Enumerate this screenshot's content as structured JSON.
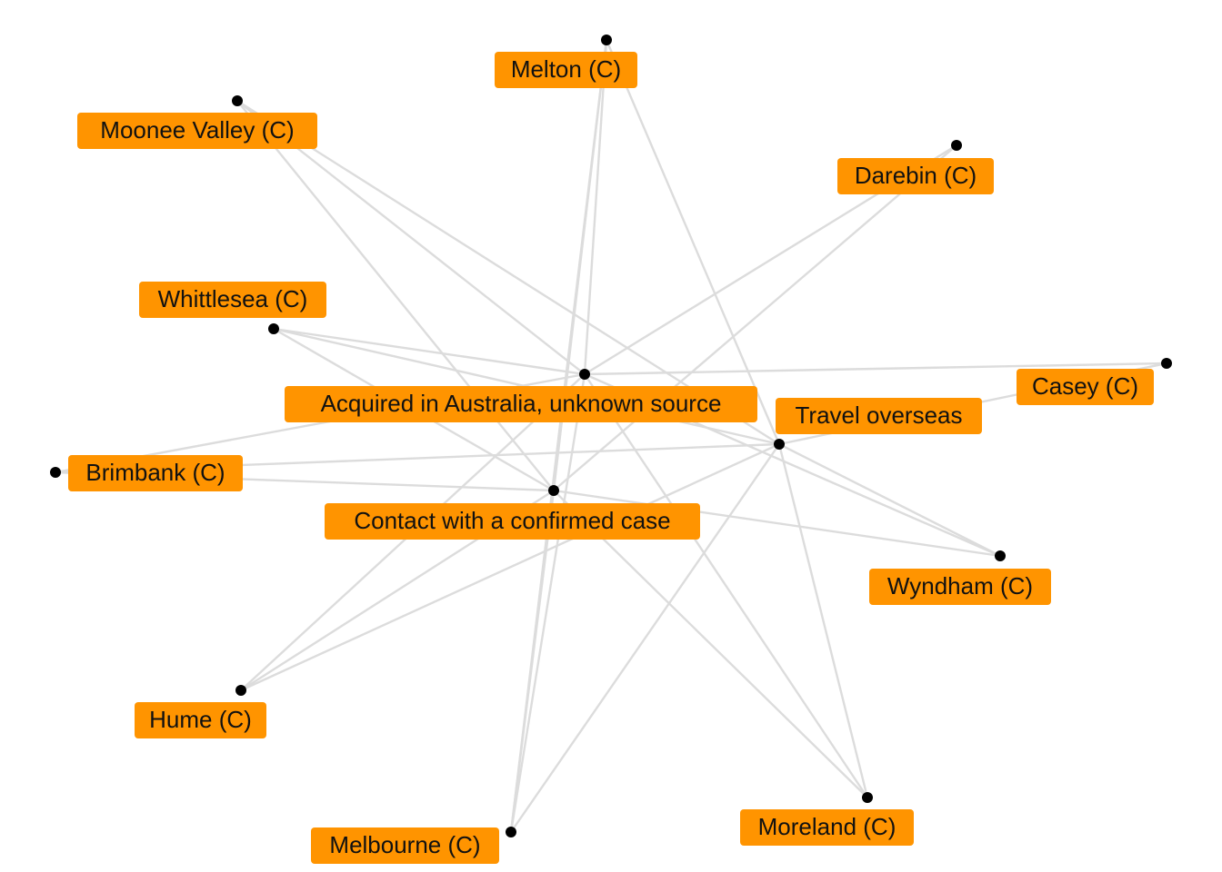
{
  "diagram": {
    "type": "network",
    "colors": {
      "edge": "#dcdcdc",
      "node": "#000000",
      "label_fill": "#ff9400",
      "label_text": "#111111"
    },
    "nodes": [
      {
        "id": "melton",
        "label": "Melton (C)"
      },
      {
        "id": "moonee_valley",
        "label": "Moonee Valley (C)"
      },
      {
        "id": "darebin",
        "label": "Darebin (C)"
      },
      {
        "id": "whittlesea",
        "label": "Whittlesea (C)"
      },
      {
        "id": "acquired",
        "label": "Acquired in Australia, unknown source"
      },
      {
        "id": "casey",
        "label": "Casey (C)"
      },
      {
        "id": "travel",
        "label": "Travel overseas"
      },
      {
        "id": "brimbank",
        "label": "Brimbank (C)"
      },
      {
        "id": "contact",
        "label": "Contact with a confirmed case"
      },
      {
        "id": "wyndham",
        "label": "Wyndham (C)"
      },
      {
        "id": "hume",
        "label": "Hume (C)"
      },
      {
        "id": "moreland",
        "label": "Moreland (C)"
      },
      {
        "id": "melbourne",
        "label": "Melbourne (C)"
      }
    ],
    "edges": [
      [
        "melton",
        "acquired"
      ],
      [
        "melton",
        "contact"
      ],
      [
        "melton",
        "travel"
      ],
      [
        "melton",
        "melbourne"
      ],
      [
        "moonee_valley",
        "acquired"
      ],
      [
        "moonee_valley",
        "contact"
      ],
      [
        "moonee_valley",
        "travel"
      ],
      [
        "darebin",
        "acquired"
      ],
      [
        "darebin",
        "contact"
      ],
      [
        "whittlesea",
        "acquired"
      ],
      [
        "whittlesea",
        "contact"
      ],
      [
        "whittlesea",
        "travel"
      ],
      [
        "casey",
        "acquired"
      ],
      [
        "casey",
        "travel"
      ],
      [
        "brimbank",
        "acquired"
      ],
      [
        "brimbank",
        "contact"
      ],
      [
        "brimbank",
        "travel"
      ],
      [
        "wyndham",
        "acquired"
      ],
      [
        "wyndham",
        "contact"
      ],
      [
        "wyndham",
        "travel"
      ],
      [
        "hume",
        "acquired"
      ],
      [
        "hume",
        "contact"
      ],
      [
        "hume",
        "travel"
      ],
      [
        "moreland",
        "acquired"
      ],
      [
        "moreland",
        "contact"
      ],
      [
        "moreland",
        "travel"
      ],
      [
        "melbourne",
        "acquired"
      ],
      [
        "melbourne",
        "contact"
      ],
      [
        "melbourne",
        "travel"
      ]
    ]
  }
}
